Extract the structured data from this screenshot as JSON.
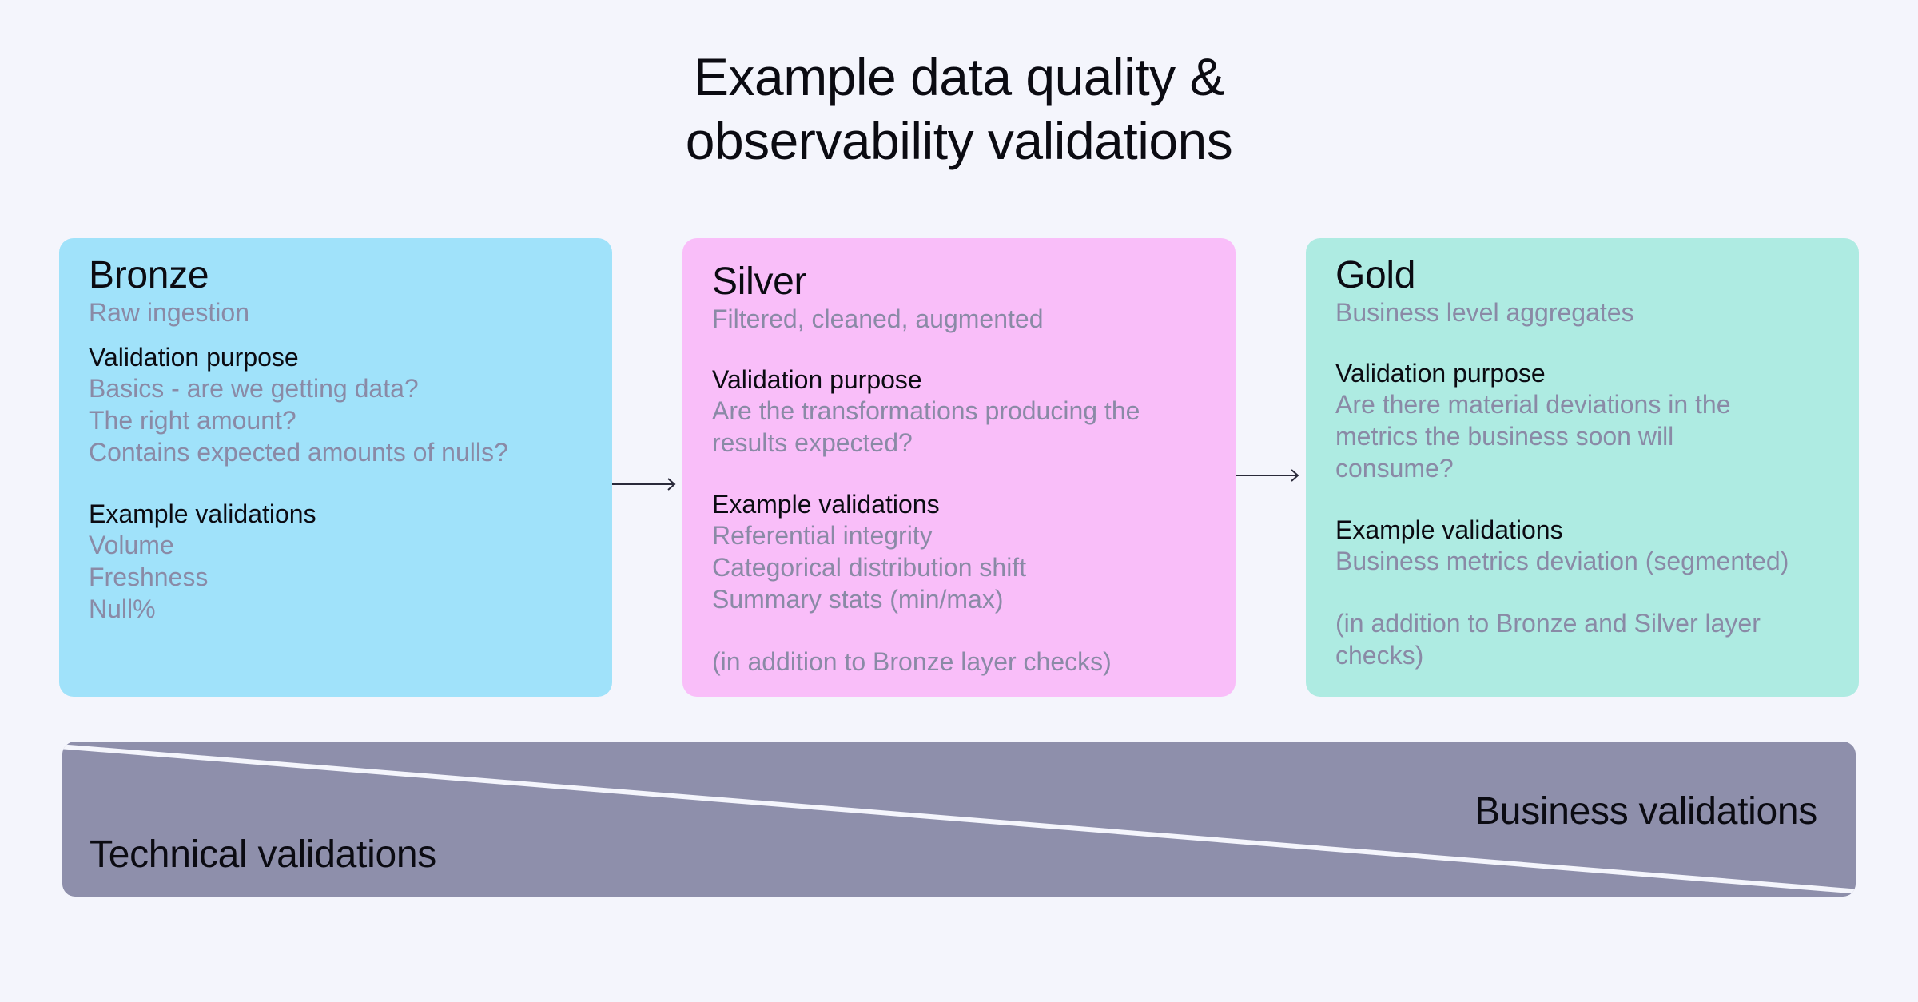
{
  "title": {
    "line1": "Example data quality &",
    "line2": "observability validations"
  },
  "colors": {
    "background": "#f4f5fc",
    "bronze": "#a0e2fa",
    "silver": "#f9bef9",
    "gold": "#aeebe2",
    "bar": "#8e8fab",
    "muted_text": "#8a8aa6",
    "arrow": "#2a2a3a"
  },
  "cards": [
    {
      "name": "Bronze",
      "subtitle": "Raw ingestion",
      "purpose_heading": "Validation purpose",
      "purpose_lines": [
        "Basics - are we getting data?",
        "The right amount?",
        "Contains expected amounts of nulls?"
      ],
      "examples_heading": "Example validations",
      "example_lines": [
        "Volume",
        "Freshness",
        "Null%"
      ],
      "note": ""
    },
    {
      "name": "Silver",
      "subtitle": "Filtered, cleaned, augmented",
      "purpose_heading": "Validation purpose",
      "purpose_lines": [
        "Are the transformations producing the",
        "results expected?"
      ],
      "examples_heading": "Example validations",
      "example_lines": [
        "Referential integrity",
        "Categorical distribution shift",
        "Summary stats (min/max)"
      ],
      "note": "(in addition to Bronze layer checks)"
    },
    {
      "name": "Gold",
      "subtitle": "Business level aggregates",
      "purpose_heading": "Validation purpose",
      "purpose_lines": [
        "Are there material deviations in the",
        "metrics the business soon will",
        "consume?"
      ],
      "examples_heading": "Example validations",
      "example_lines": [
        "Business metrics deviation (segmented)"
      ],
      "note_lines": [
        "(in addition to Bronze and Silver layer",
        "checks)"
      ]
    }
  ],
  "bar": {
    "left_label": "Technical validations",
    "right_label": "Business validations"
  },
  "icons": {
    "arrow_1": "arrow-right-icon",
    "arrow_2": "arrow-right-icon"
  }
}
